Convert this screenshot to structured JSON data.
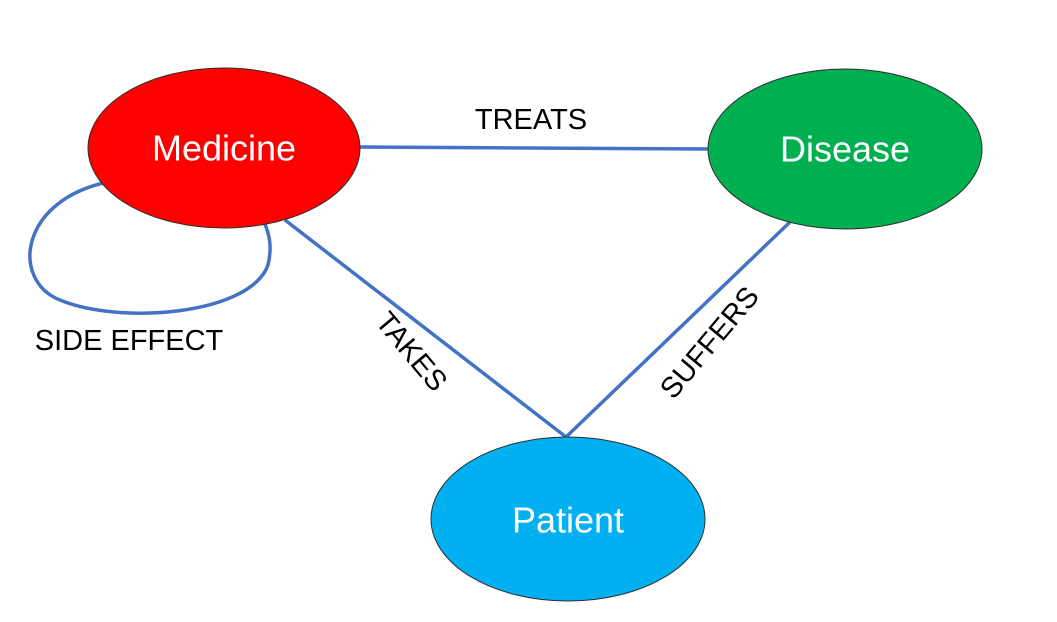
{
  "nodes": {
    "medicine": {
      "label": "Medicine",
      "color": "#FF0000"
    },
    "disease": {
      "label": "Disease",
      "color": "#00B050"
    },
    "patient": {
      "label": "Patient",
      "color": "#00B0F0"
    }
  },
  "edges": {
    "treats": {
      "label": "TREATS"
    },
    "takes": {
      "label": "TAKES"
    },
    "suffers": {
      "label": "SUFFERS"
    },
    "side_effect": {
      "label": "SIDE EFFECT"
    }
  },
  "colors": {
    "edge": "#4472C4",
    "label_text": "#FFFFFF",
    "edge_label_text": "#000000"
  }
}
